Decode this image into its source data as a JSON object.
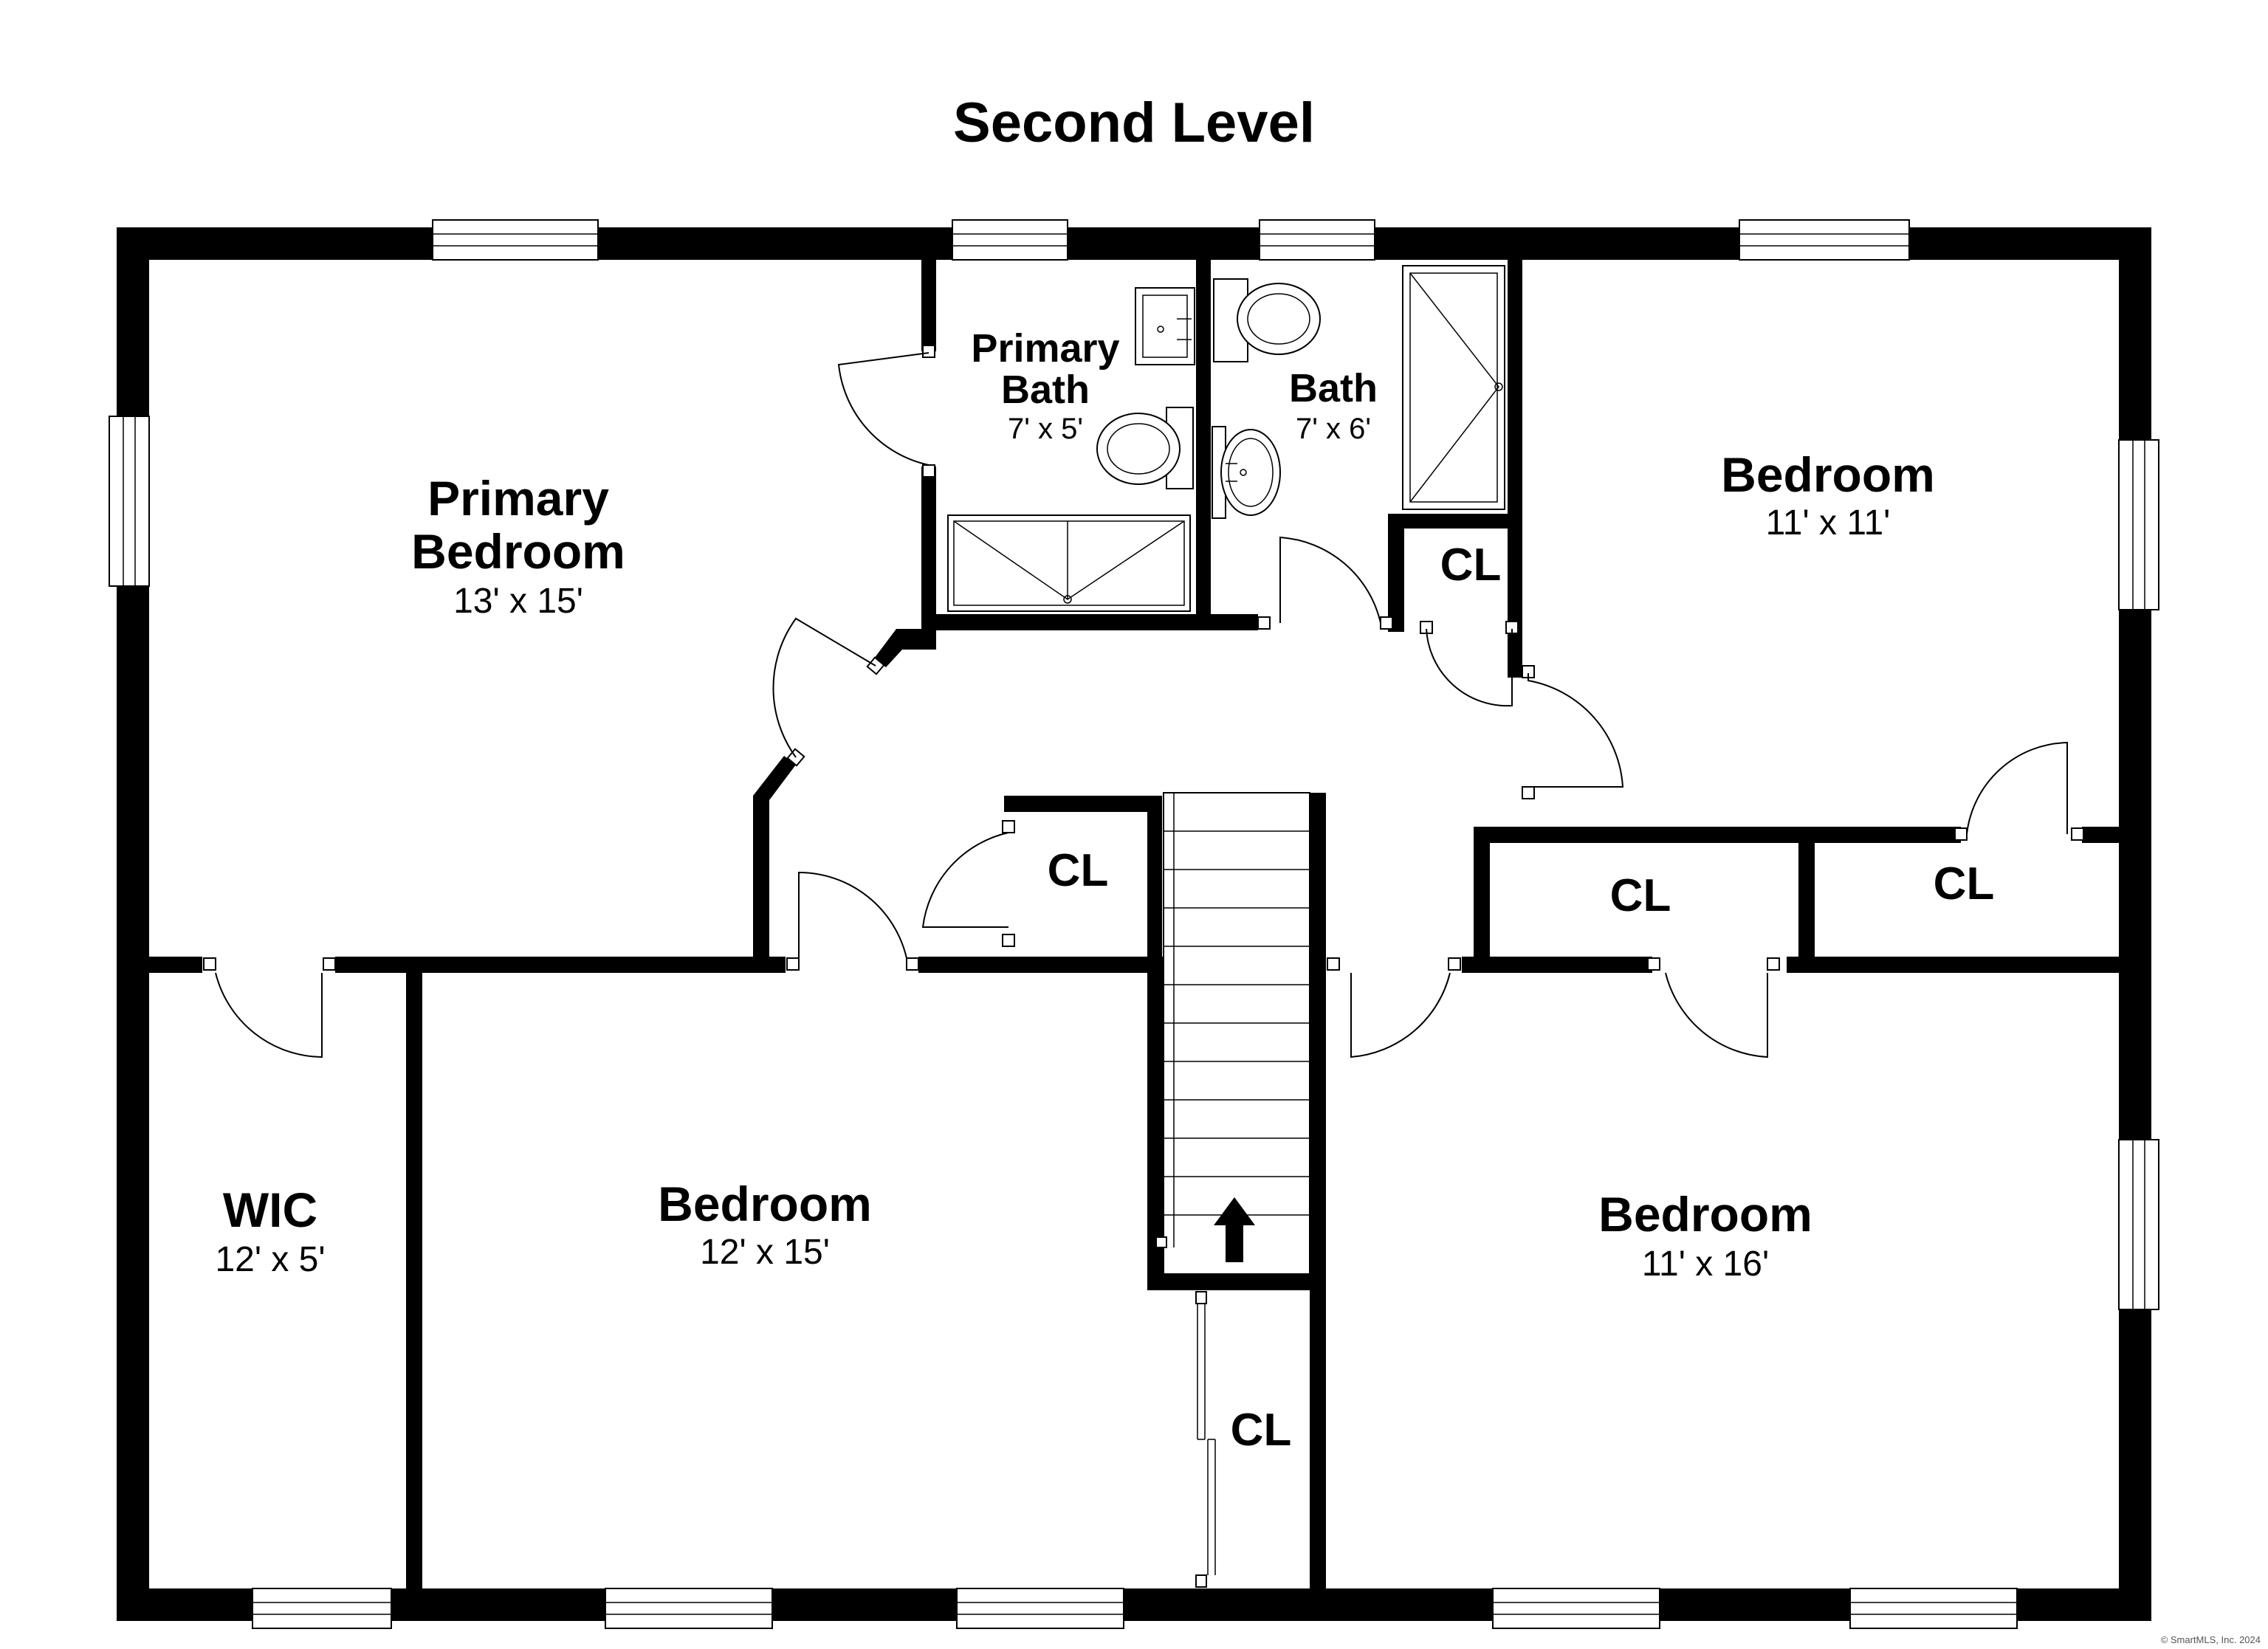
{
  "title": "Second Level",
  "rooms": {
    "primary_bedroom": {
      "name_line1": "Primary",
      "name_line2": "Bedroom",
      "dims": "13' x 15'"
    },
    "primary_bath": {
      "name_line1": "Primary",
      "name_line2": "Bath",
      "dims": "7' x 5'"
    },
    "bath": {
      "name": "Bath",
      "dims": "7' x 6'"
    },
    "bedroom_ne": {
      "name": "Bedroom",
      "dims": "11' x 11'"
    },
    "wic": {
      "name": "WIC",
      "dims": "12' x 5'"
    },
    "bedroom_sw": {
      "name": "Bedroom",
      "dims": "12' x 15'"
    },
    "bedroom_se": {
      "name": "Bedroom",
      "dims": "11' x 16'"
    }
  },
  "closets": {
    "cl_bath": "CL",
    "cl_hall": "CL",
    "cl_mid": "CL",
    "cl_east": "CL",
    "cl_stair": "CL"
  },
  "credit": "© SmartMLS, Inc. 2024"
}
